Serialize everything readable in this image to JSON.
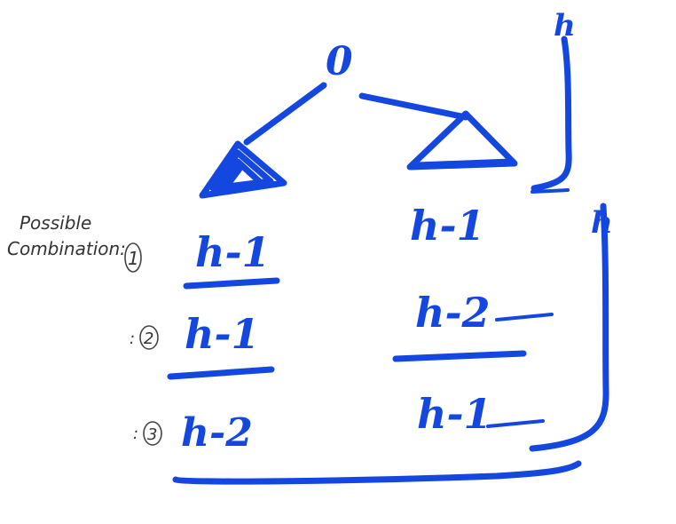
{
  "colors": {
    "ink": "#1446e0",
    "pencil": "#333333",
    "background": "#ffffff"
  },
  "tree": {
    "root_label": "0",
    "left_subtree": "triangle",
    "right_subtree": "triangle"
  },
  "height_markers": {
    "left_label": "h",
    "right_label": "h"
  },
  "side_note": {
    "line1": "Possible",
    "line2": "Combination:"
  },
  "combinations": [
    {
      "number": "1",
      "left": "h-1",
      "right": "h-1"
    },
    {
      "number": "2",
      "left": "h-1",
      "right": "h-2"
    },
    {
      "number": "3",
      "left": "h-2",
      "right": "h-1"
    }
  ]
}
